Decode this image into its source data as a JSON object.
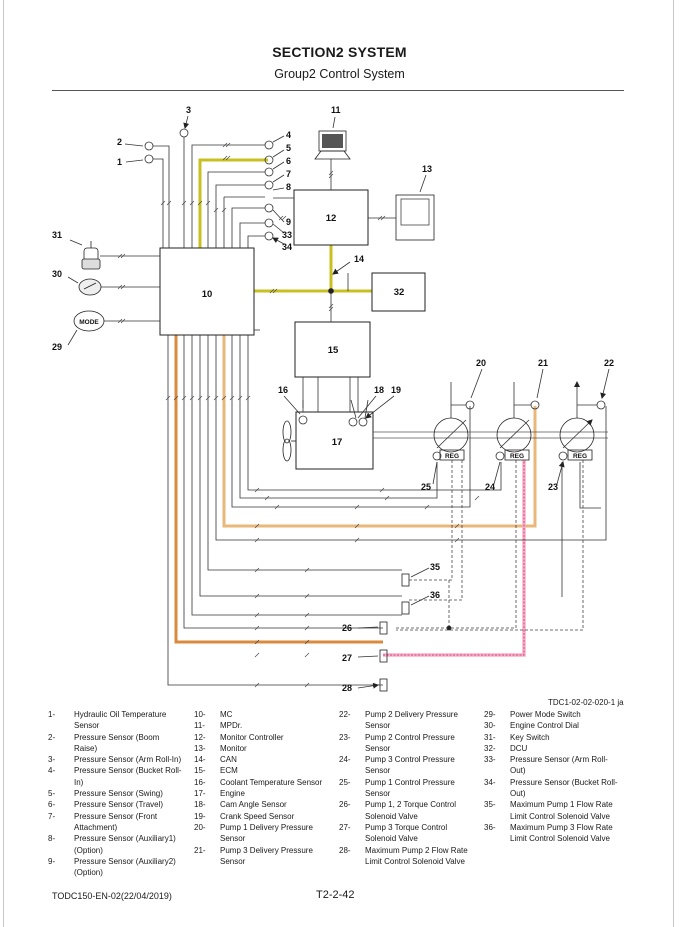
{
  "header": {
    "section_title": "SECTION2 SYSTEM",
    "group_title": "Group2 Control System"
  },
  "diagram": {
    "figure_id": "TDC1-02-02-020-1 ja",
    "boxes": {
      "b10": "10",
      "b12": "12",
      "b15": "15",
      "b17": "17",
      "b32": "32"
    },
    "labels": {
      "n1": "1",
      "n2": "2",
      "n3": "3",
      "n4": "4",
      "n5": "5",
      "n6": "6",
      "n7": "7",
      "n8": "8",
      "n9": "9",
      "n11": "11",
      "n13": "13",
      "n14": "14",
      "n16": "16",
      "n18": "18",
      "n19": "19",
      "n20": "20",
      "n21": "21",
      "n22": "22",
      "n23": "23",
      "n24": "24",
      "n25": "25",
      "n26": "26",
      "n27": "27",
      "n28": "28",
      "n29": "29",
      "n30": "30",
      "n31": "31",
      "n33": "33",
      "n34": "34",
      "n35": "35",
      "n36": "36"
    },
    "mode_label": "MODE",
    "reg_label": "REG",
    "colors": {
      "can_bus": "#c8c020",
      "ecm_line": "#d98a3c",
      "ecm_line_light": "#eab77a",
      "pump3_line": "#e0457a",
      "pump3_line_light": "#f3b0c8"
    }
  },
  "legend": {
    "col1": [
      {
        "num": "1-",
        "text": "Hydraulic Oil Temperature Sensor"
      },
      {
        "num": "2-",
        "text": "Pressure Sensor (Boom Raise)"
      },
      {
        "num": "3-",
        "text": "Pressure Sensor (Arm Roll-In)"
      },
      {
        "num": "4-",
        "text": "Pressure Sensor (Bucket Roll-In)"
      },
      {
        "num": "5-",
        "text": "Pressure Sensor (Swing)"
      },
      {
        "num": "6-",
        "text": "Pressure Sensor (Travel)"
      },
      {
        "num": "7-",
        "text": "Pressure Sensor (Front Attachment)"
      },
      {
        "num": "8-",
        "text": "Pressure Sensor (Auxiliary1) (Option)"
      },
      {
        "num": "9-",
        "text": "Pressure Sensor (Auxiliary2) (Option)"
      }
    ],
    "col2": [
      {
        "num": "10-",
        "text": "MC"
      },
      {
        "num": "11-",
        "text": "MPDr."
      },
      {
        "num": "12-",
        "text": "Monitor Controller"
      },
      {
        "num": "13-",
        "text": "Monitor"
      },
      {
        "num": "14-",
        "text": "CAN"
      },
      {
        "num": "15-",
        "text": "ECM"
      },
      {
        "num": "16-",
        "text": "Coolant Temperature Sensor"
      },
      {
        "num": "17-",
        "text": "Engine"
      },
      {
        "num": "18-",
        "text": "Cam Angle Sensor"
      },
      {
        "num": "19-",
        "text": "Crank Speed Sensor"
      },
      {
        "num": "20-",
        "text": "Pump 1 Delivery Pressure Sensor"
      },
      {
        "num": "21-",
        "text": "Pump 3 Delivery Pressure Sensor"
      }
    ],
    "col3": [
      {
        "num": "22-",
        "text": "Pump 2 Delivery Pressure Sensor"
      },
      {
        "num": "23-",
        "text": "Pump 2 Control Pressure Sensor"
      },
      {
        "num": "24-",
        "text": "Pump 3 Control Pressure Sensor"
      },
      {
        "num": "25-",
        "text": "Pump 1 Control Pressure Sensor"
      },
      {
        "num": "26-",
        "text": "Pump 1, 2 Torque Control Solenoid Valve"
      },
      {
        "num": "27-",
        "text": "Pump 3 Torque Control Solenoid Valve"
      },
      {
        "num": "28-",
        "text": "Maximum Pump 2 Flow Rate Limit Control Solenoid Valve"
      }
    ],
    "col4": [
      {
        "num": "29-",
        "text": "Power Mode Switch"
      },
      {
        "num": "30-",
        "text": "Engine Control Dial"
      },
      {
        "num": "31-",
        "text": "Key Switch"
      },
      {
        "num": "32-",
        "text": "DCU"
      },
      {
        "num": "33-",
        "text": "Pressure Sensor (Arm Roll-Out)"
      },
      {
        "num": "34-",
        "text": "Pressure Sensor (Bucket Roll-Out)"
      },
      {
        "num": "35-",
        "text": "Maximum Pump 1 Flow Rate Limit Control Solenoid Valve"
      },
      {
        "num": "36-",
        "text": "Maximum Pump 3 Flow Rate Limit Control Solenoid Valve"
      }
    ]
  },
  "footer": {
    "doc_id": "TODC150-EN-02(22/04/2019)",
    "page": "T2-2-42"
  }
}
